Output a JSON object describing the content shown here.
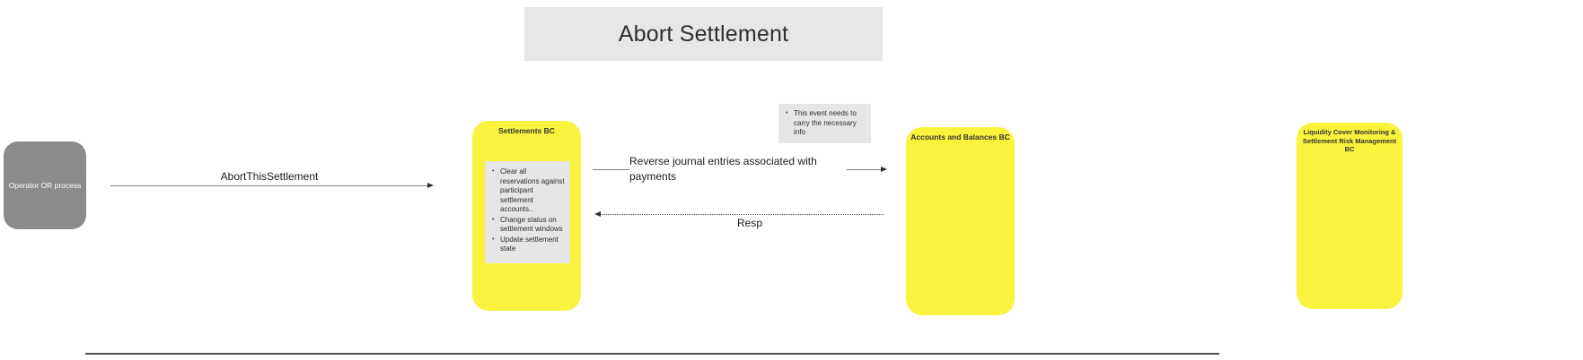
{
  "frame": {
    "title": "Abort Settlement"
  },
  "nodes": {
    "operator": {
      "label": "Operator OR process"
    },
    "settlements": {
      "label": "Settlements BC"
    },
    "accounts": {
      "label": "Accounts and Balances BC"
    },
    "liquidity": {
      "label": "Liquidity Cover Monitoring & Settlement Risk Management BC"
    }
  },
  "notes": {
    "settlements_note": {
      "items": [
        "Clear all reservations against participant settlement accounts..",
        "Change status on settlement windows",
        "Update settlement state"
      ]
    },
    "event_note": {
      "items": [
        "This event needs to carry the necessary info"
      ]
    }
  },
  "arrows": {
    "abort": {
      "label": "AbortThisSettlement",
      "style": "solid",
      "direction": "right"
    },
    "reverse": {
      "label": "Reverse journal entries associated with payments",
      "style": "solid",
      "direction": "right"
    },
    "resp": {
      "label": "Resp",
      "style": "dotted",
      "direction": "left"
    }
  },
  "colors": {
    "sticky_yellow": "#faf33d",
    "operator_gray": "#8b8b8b",
    "note_gray": "#e6e6e6",
    "frame_title_bg": "#e7e7e7",
    "line_gray": "#7e7e7e",
    "arrowhead_dark": "#2f2f2f"
  }
}
